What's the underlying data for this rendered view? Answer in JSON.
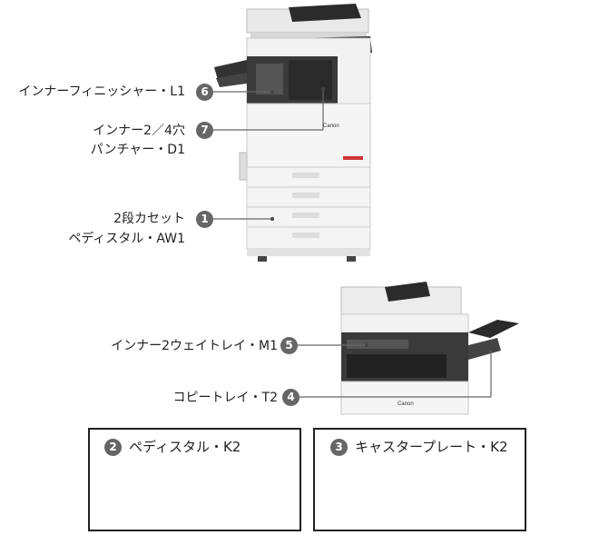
{
  "callouts": [
    {
      "num": "6",
      "text": "インナーフィニッシャー・L1"
    },
    {
      "num": "7",
      "line1": "インナー2／4穴",
      "line2": "パンチャー・D1"
    },
    {
      "num": "1",
      "line1": "2段カセット",
      "line2": "ペディスタル・AW1"
    },
    {
      "num": "5",
      "text": "インナー2ウェイトレイ・M1"
    },
    {
      "num": "4",
      "text": "コピートレイ・T2"
    }
  ],
  "options": [
    {
      "num": "2",
      "text": "ペディスタル・K2"
    },
    {
      "num": "3",
      "text": "キャスタープレート・K2"
    }
  ],
  "brand": "Canon",
  "colors": {
    "badge": "#666666",
    "line": "#666666",
    "machine_body": "#f4f4f4",
    "panel": "#2a2a2a"
  }
}
